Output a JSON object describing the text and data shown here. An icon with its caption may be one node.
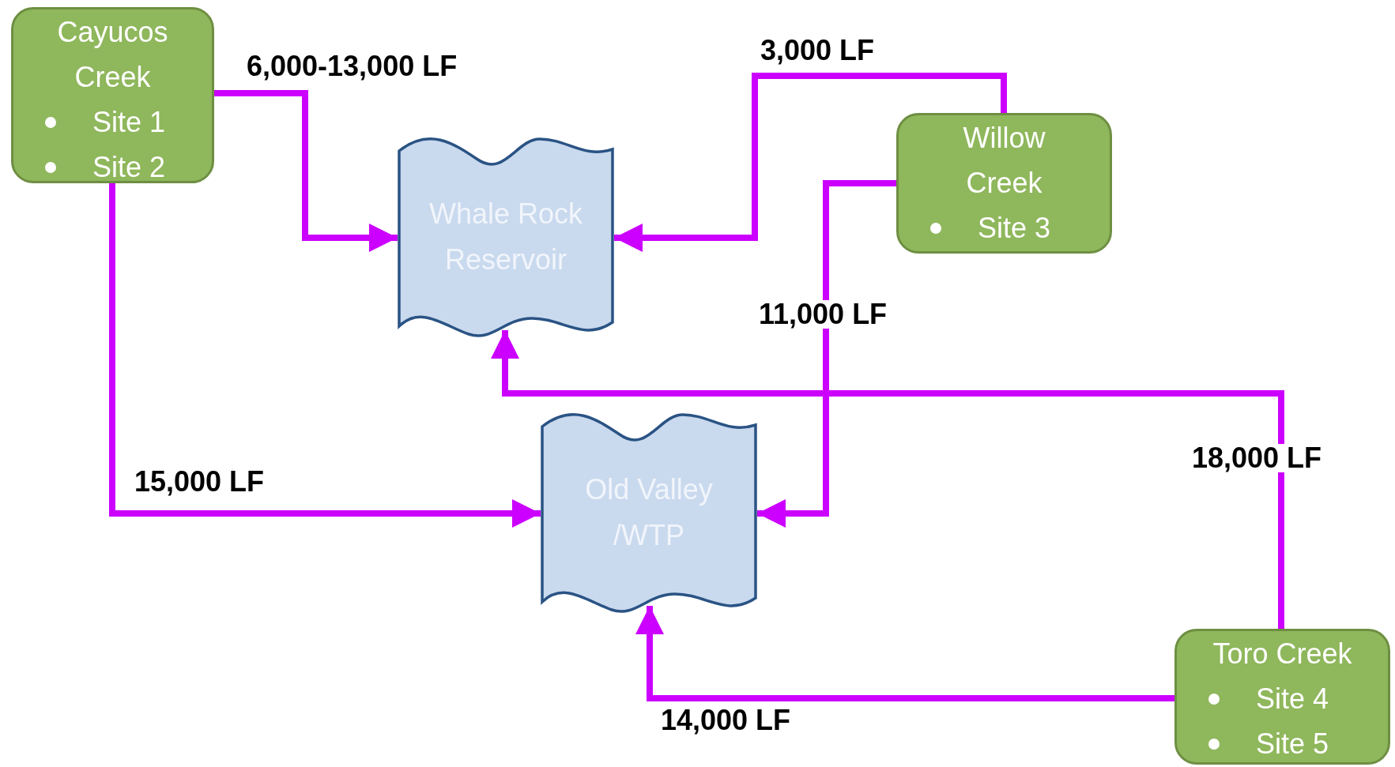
{
  "diagram": {
    "nodes": [
      {
        "text": [
          "Cayucos Creek",
          "Site 1",
          "Site 2"
        ]
      },
      {
        "text": [
          "Whale Rock Reservoir"
        ]
      },
      {
        "text": [
          "Willow Creek",
          "Site 3"
        ]
      },
      {
        "text": [
          "Old Valley /WTP"
        ]
      },
      {
        "text": [
          "Toro Creek",
          "Site 4",
          "Site 5"
        ]
      }
    ],
    "edges": [
      {
        "from": 0,
        "to": 1,
        "arrow": "to",
        "label": "6,000-13,000 LF"
      },
      {
        "from": 2,
        "to": 1,
        "arrow": "to",
        "label": "3,000 LF"
      },
      {
        "from": 2,
        "to": 3,
        "arrow": "to",
        "label": "11,000 LF"
      },
      {
        "from": 0,
        "to": 3,
        "arrow": "to",
        "label": "15,000 LF"
      },
      {
        "from": 4,
        "to": 1,
        "arrow": "to",
        "label": "18,000 LF"
      },
      {
        "from": 4,
        "to": 3,
        "arrow": "to",
        "label": "14,000 LF"
      }
    ]
  }
}
